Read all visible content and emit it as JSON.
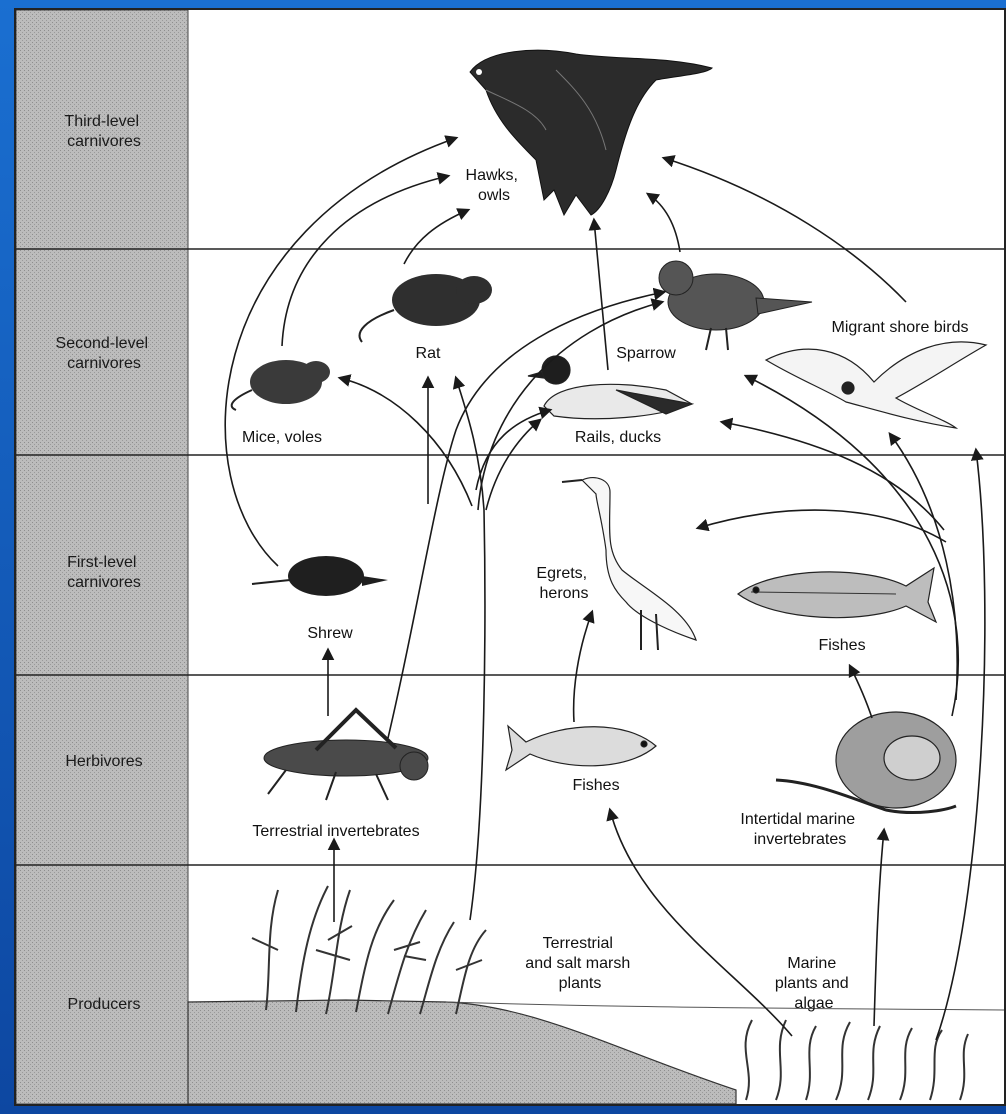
{
  "levels": [
    {
      "label": [
        "Third-level",
        "carnivores"
      ]
    },
    {
      "label": [
        "Second-level",
        "carnivores"
      ]
    },
    {
      "label": [
        "First-level",
        "carnivores"
      ]
    },
    {
      "label": [
        "Herbivores"
      ]
    },
    {
      "label": [
        "Producers"
      ]
    }
  ],
  "organisms": {
    "hawks_owls": [
      "Hawks,",
      "owls"
    ],
    "rat": [
      "Rat"
    ],
    "sparrow": [
      "Sparrow"
    ],
    "migrant_shore_birds": [
      "Migrant shore birds"
    ],
    "mice_voles": [
      "Mice, voles"
    ],
    "rails_ducks": [
      "Rails, ducks"
    ],
    "egrets_herons": [
      "Egrets,",
      "herons"
    ],
    "shrew": [
      "Shrew"
    ],
    "fishes_carnivore": [
      "Fishes"
    ],
    "fishes_herbivore": [
      "Fishes"
    ],
    "terrestrial_invertebrates": [
      "Terrestrial invertebrates"
    ],
    "intertidal_invertebrates": [
      "Intertidal marine",
      "invertebrates"
    ],
    "terrestrial_plants": [
      "Terrestrial",
      "and salt marsh",
      "plants"
    ],
    "marine_plants": [
      "Marine",
      "plants and",
      "algae"
    ]
  },
  "colors": {
    "frame": "#1565c0",
    "level_column": "#b4b4b4",
    "ground": "#bdbdbd",
    "ink": "#1a1a1a"
  }
}
